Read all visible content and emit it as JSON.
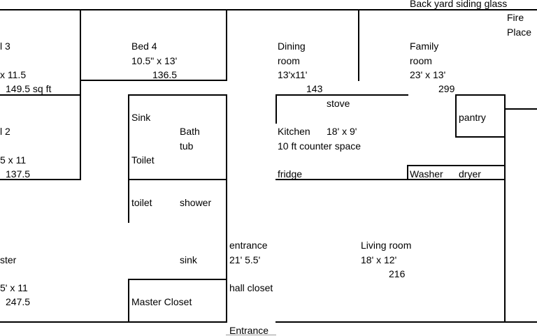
{
  "colors": {
    "wall": "#000000",
    "background": "#ffffff",
    "text": "#000000"
  },
  "labels": {
    "back_yard": "Back yard siding glass",
    "fire_place_1": "Fire",
    "fire_place_2": "Place",
    "bed3_name": "l 3",
    "bed3_dims": "x 11.5",
    "bed3_area": "149.5  sq ft",
    "bed4_name": "Bed 4",
    "bed4_dims": "10.5\" x 13'",
    "bed4_area": "136.5",
    "dining_1": "Dining",
    "dining_2": "room",
    "dining_dims": "13'x11'",
    "dining_area": "143",
    "family_1": "Family",
    "family_2": "room",
    "family_dims": "23' x 13'",
    "family_area": "299",
    "bed2_name": "l 2",
    "bed2_dims": "5 x 11",
    "bed2_area": "137.5",
    "sink_upper": "Sink",
    "bath_1": "Bath",
    "bath_2": "tub",
    "toilet_upper": "Toilet",
    "stove": "stove",
    "pantry": "pantry",
    "kitchen_name": "Kitchen",
    "kitchen_dims": "18' x 9'",
    "counter": "10 ft counter space",
    "fridge": "fridge",
    "washer": "Washer",
    "dryer": "dryer",
    "toilet_lower": "toilet",
    "shower": "shower",
    "entrance_1": "entrance",
    "entrance_dims": "21' 5.5'",
    "master_name": "ster",
    "sink_lower": "sink",
    "living_name": "Living room",
    "living_dims": "18' x 12'",
    "living_area": "216",
    "master_dims": "5' x 11",
    "master_area": "247.5",
    "hall_closet": "hall closet",
    "master_closet": "Master Closet",
    "entrance_bottom": "Entrance"
  }
}
